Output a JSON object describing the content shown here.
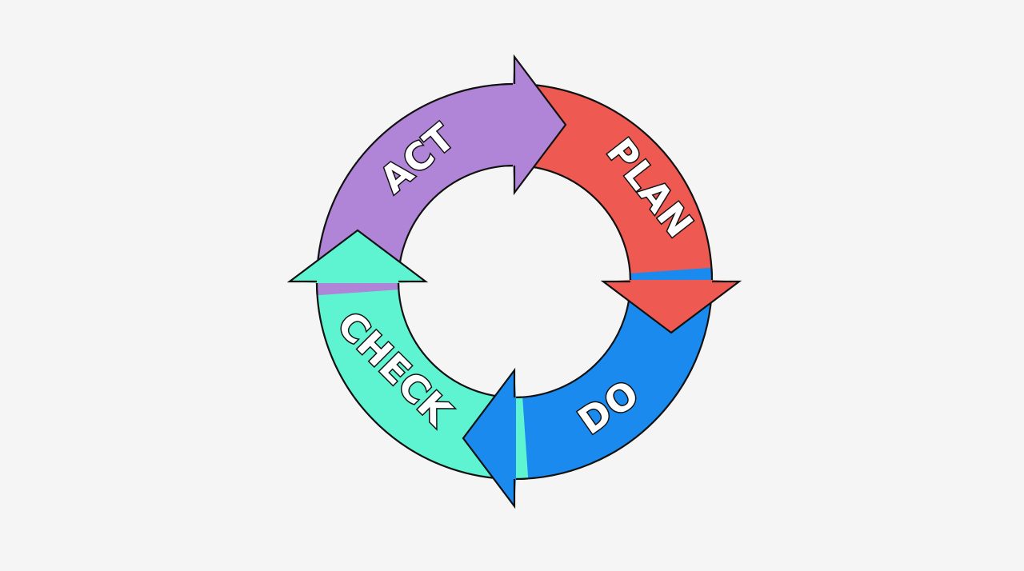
{
  "diagram": {
    "type": "cycle",
    "steps": [
      {
        "label": "PLAN",
        "color": "#ee5a52"
      },
      {
        "label": "DO",
        "color": "#1b8aee"
      },
      {
        "label": "CHECK",
        "color": "#5ef4d2"
      },
      {
        "label": "ACT",
        "color": "#b084d6"
      }
    ]
  }
}
